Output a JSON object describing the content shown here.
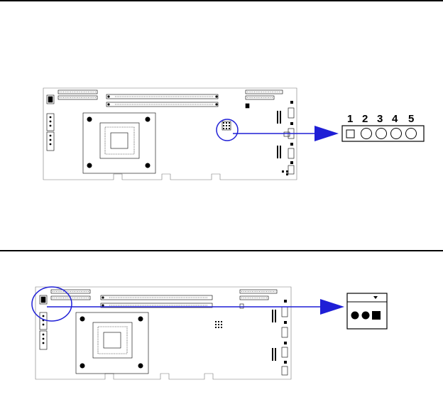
{
  "top_figure": {
    "pin_numbers": [
      "1",
      "2",
      "3",
      "4",
      "5"
    ],
    "pin_shapes": [
      "square",
      "circle",
      "circle",
      "circle",
      "circle"
    ],
    "highlight_color": "#1f1fd6"
  },
  "bottom_figure": {
    "pin_shapes": [
      "circle",
      "circle",
      "square"
    ],
    "highlight_color": "#1f1fd6"
  }
}
